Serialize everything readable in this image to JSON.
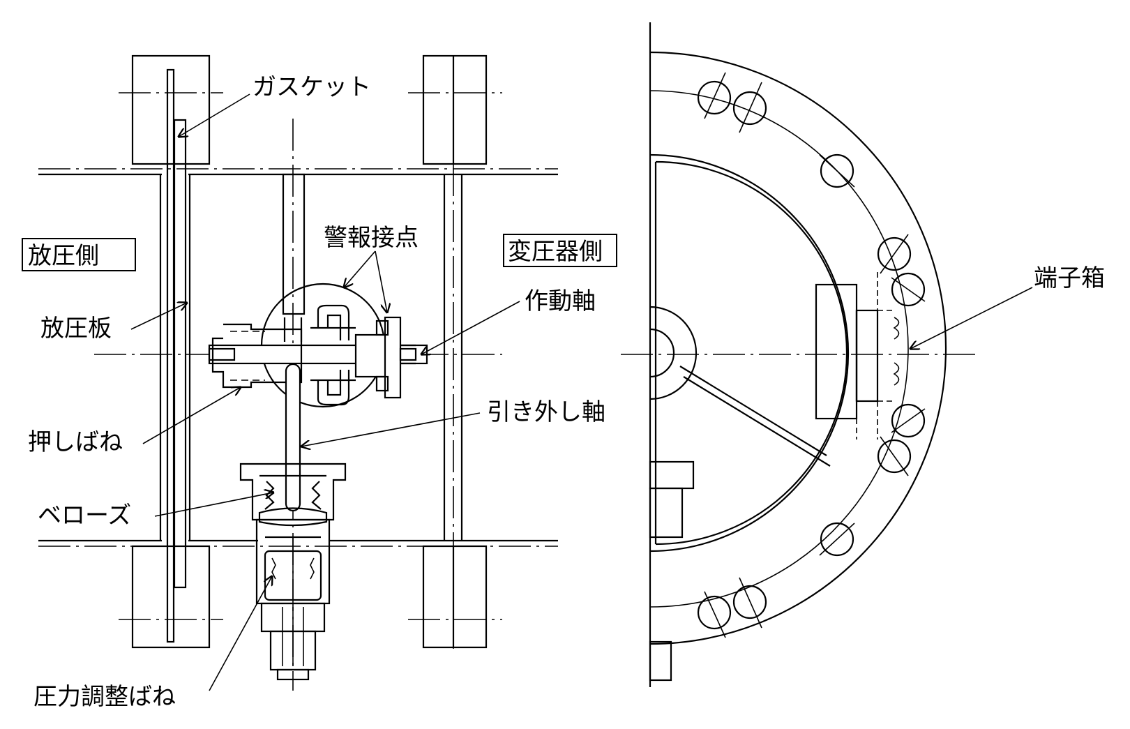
{
  "labels": {
    "gasket": "ガスケット",
    "alarm_contact": "警報接点",
    "relief_side": "放圧側",
    "transformer_side": "変圧器側",
    "relief_plate": "放圧板",
    "operating_shaft": "作動軸",
    "push_spring": "押しばね",
    "trip_shaft": "引き外し軸",
    "bellows": "ベローズ",
    "pressure_adjust_spring": "圧力調整ばね",
    "terminal_box": "端子箱"
  },
  "colors": {
    "line": "#000000",
    "background": "#ffffff"
  }
}
